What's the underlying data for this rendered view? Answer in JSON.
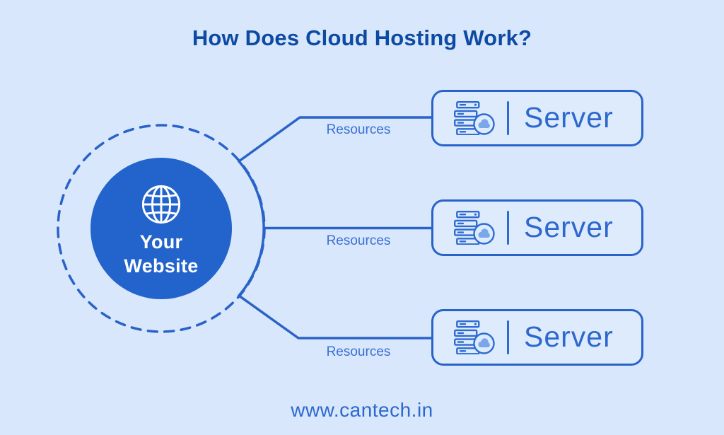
{
  "title": "How Does Cloud Hosting Work?",
  "center_node": {
    "icon": "globe-icon",
    "label_line1": "Your",
    "label_line2": "Website"
  },
  "connections": [
    {
      "label": "Resources"
    },
    {
      "label": "Resources"
    },
    {
      "label": "Resources"
    }
  ],
  "servers": [
    {
      "icon": "server-cloud-icon",
      "label": "Server"
    },
    {
      "icon": "server-cloud-icon",
      "label": "Server"
    },
    {
      "icon": "server-cloud-icon",
      "label": "Server"
    }
  ],
  "footer": {
    "url": "www.cantech.in"
  },
  "colors": {
    "background": "#d8e7fb",
    "title_text": "#0d4aa3",
    "node_fill": "#2264cb",
    "node_text": "#ffffff",
    "line_stroke": "#2a63c8",
    "box_fill": "#ddebfd",
    "box_border": "#2a63c8",
    "server_text": "#2d68cd",
    "resource_text": "#3a6fd6",
    "footer_text": "#2d68cf",
    "cloud_fill": "#79a7e9"
  }
}
